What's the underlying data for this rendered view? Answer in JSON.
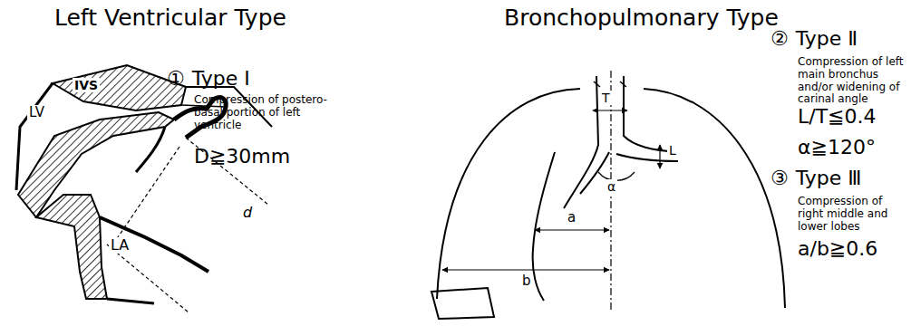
{
  "diagram": {
    "labels": [
      "Left Ventricular Type",
      "Bronchopulmonary Type",
      "IVS",
      "LV",
      "LA",
      "d",
      "①",
      "Type Ⅰ",
      "Compression of postero-basal portion of left ventricle",
      "D≧30mm",
      "T",
      "L",
      "α",
      "a",
      "b",
      "②",
      "Type Ⅱ",
      "Compression of left main bronchus and/or widening of carinal angle",
      "L/T≦0.4",
      "α≧120°",
      "③",
      "Type Ⅲ",
      "Compression of right middle and lower lobes",
      "a/b≧0.6"
    ]
  }
}
